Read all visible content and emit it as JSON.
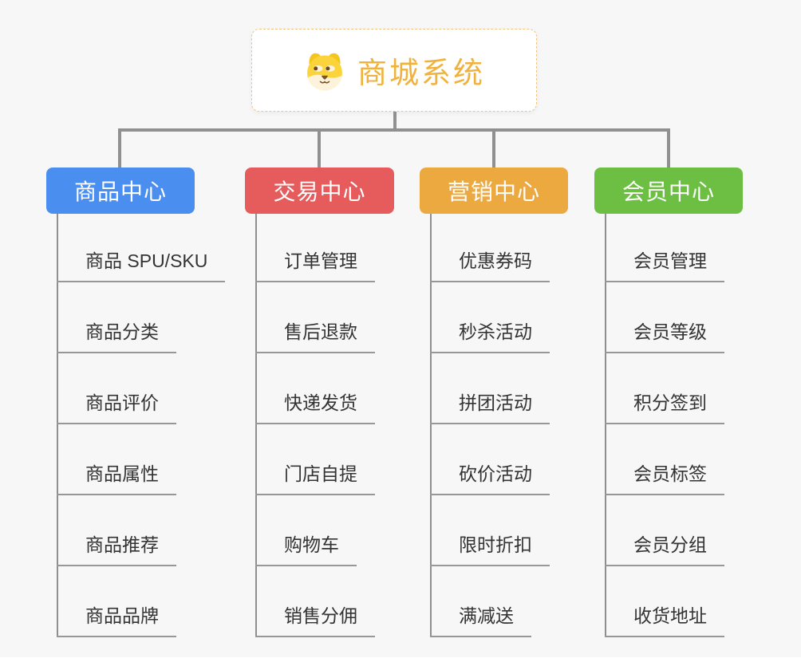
{
  "page": {
    "background_color": "#f7f7f7",
    "connector_color": "#909090"
  },
  "root": {
    "title": "商城系统",
    "icon": "dog-face-icon",
    "title_color": "#f0b23c",
    "border_color": "#f0c47e"
  },
  "branches": [
    {
      "label": "商品中心",
      "color": "#4a8ef0",
      "items": [
        "商品 SPU/SKU",
        "商品分类",
        "商品评价",
        "商品属性",
        "商品推荐",
        "商品品牌"
      ]
    },
    {
      "label": "交易中心",
      "color": "#e65c5c",
      "items": [
        "订单管理",
        "售后退款",
        "快递发货",
        "门店自提",
        "购物车",
        "销售分佣"
      ]
    },
    {
      "label": "营销中心",
      "color": "#eca93f",
      "items": [
        "优惠券码",
        "秒杀活动",
        "拼团活动",
        "砍价活动",
        "限时折扣",
        "满减送"
      ]
    },
    {
      "label": "会员中心",
      "color": "#6cbf43",
      "items": [
        "会员管理",
        "会员等级",
        "积分签到",
        "会员标签",
        "会员分组",
        "收货地址"
      ]
    }
  ]
}
